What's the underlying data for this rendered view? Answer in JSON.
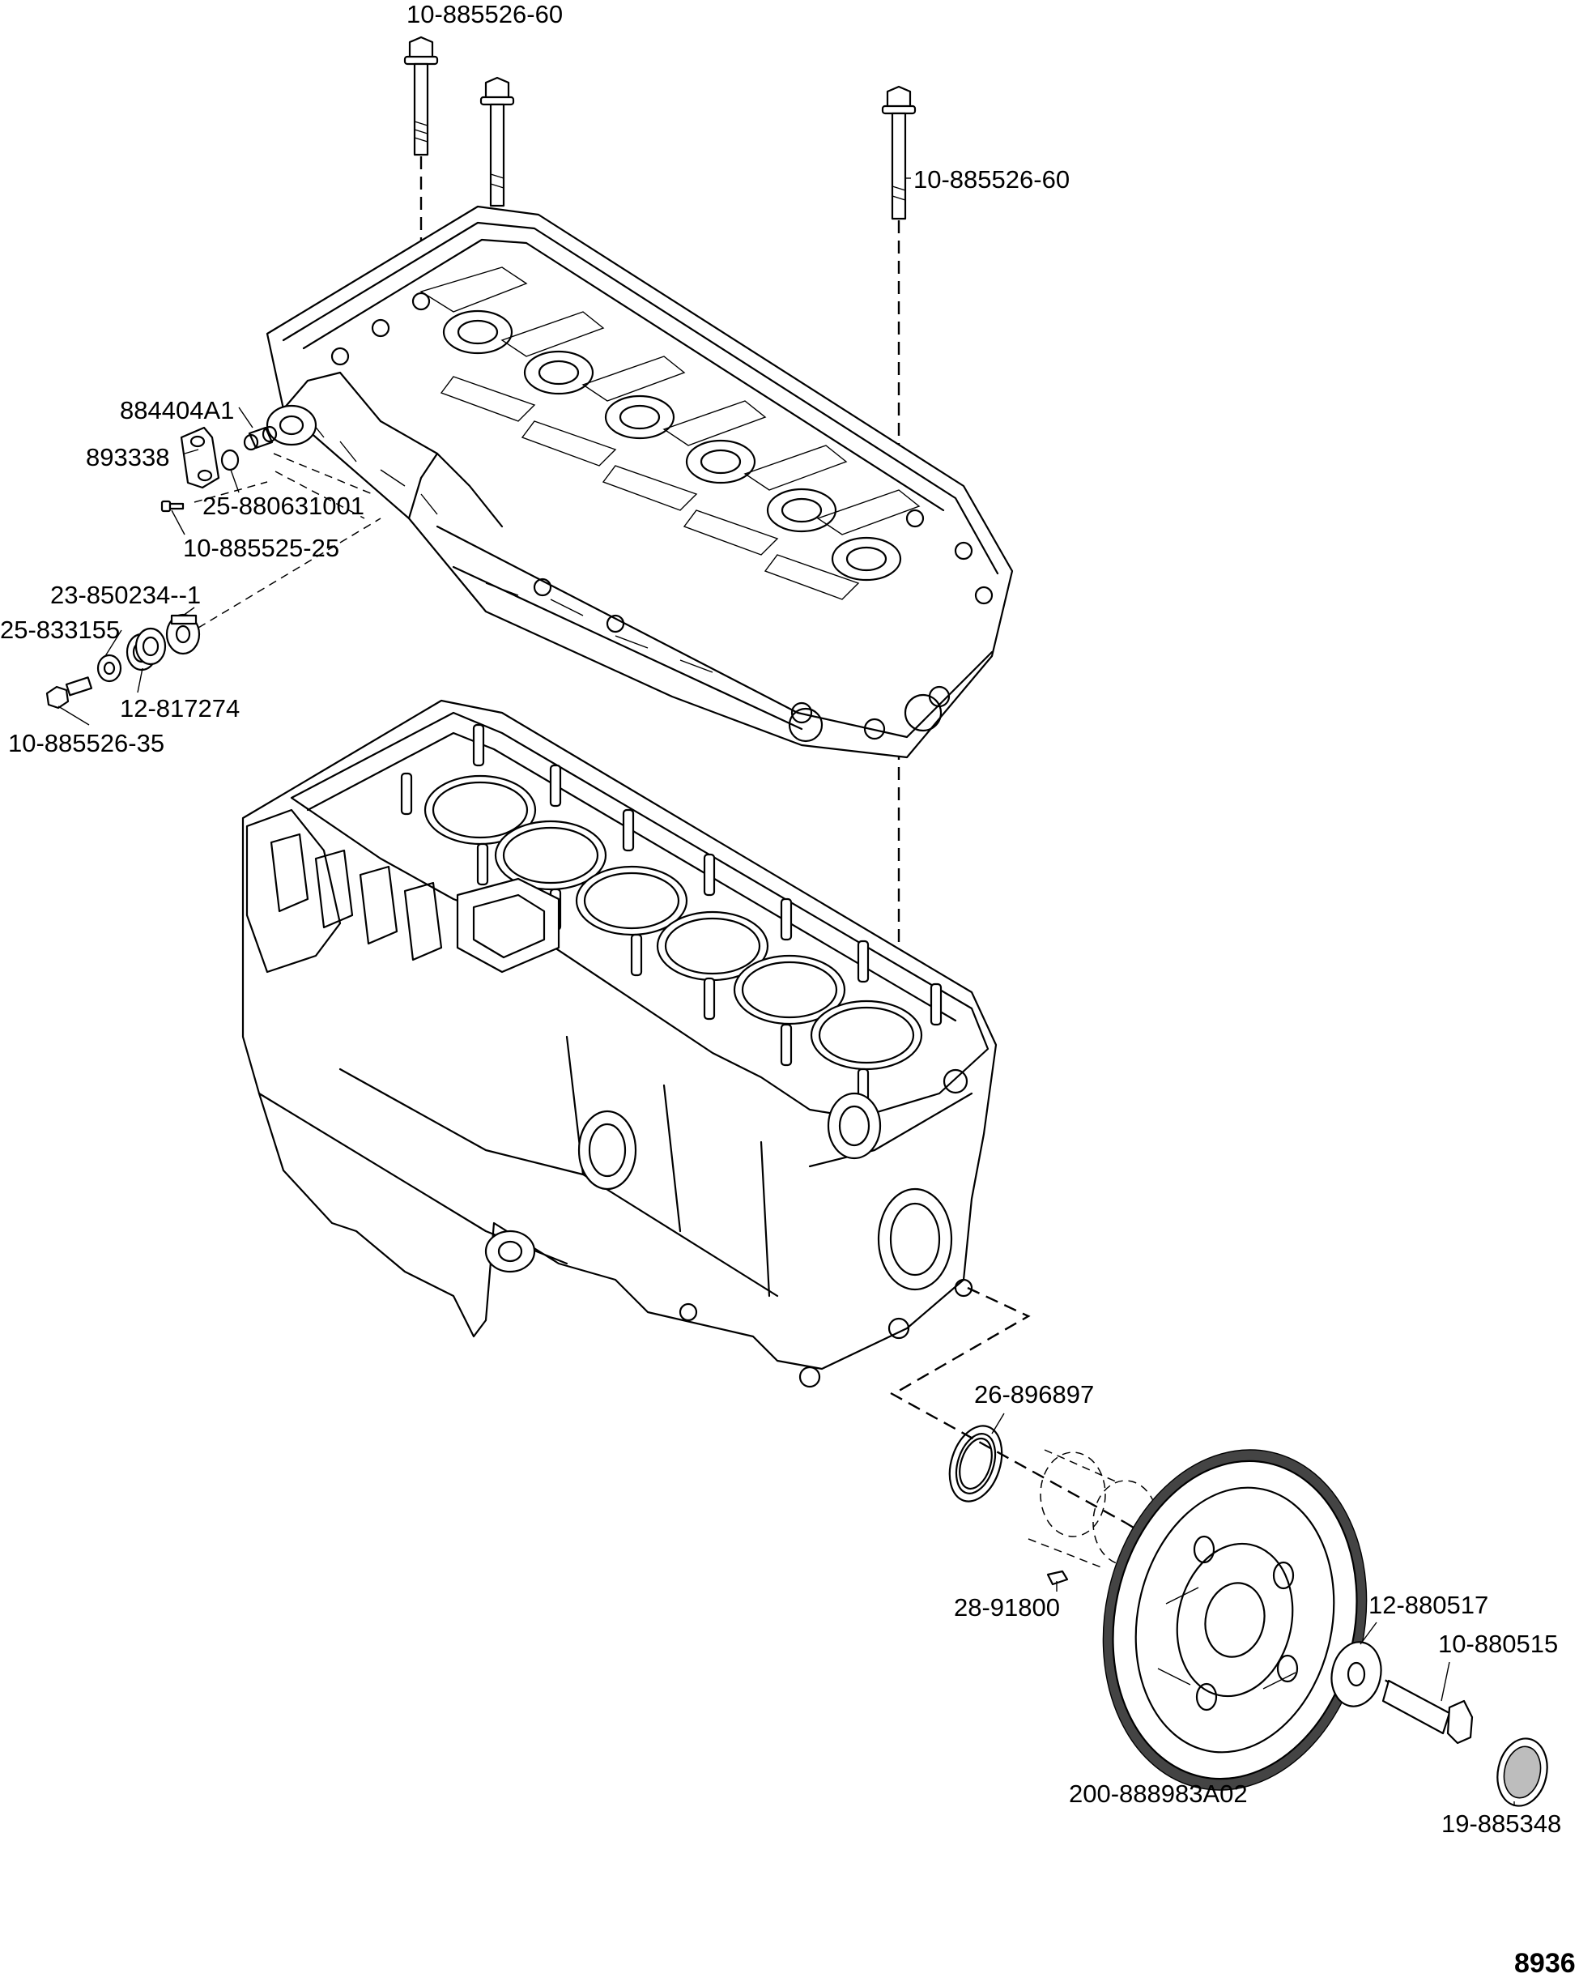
{
  "figure_number": "8936",
  "parts": [
    {
      "id": "bolt_head_top",
      "label": "10-885526-60"
    },
    {
      "id": "bolt_head_right",
      "label": "10-885526-60"
    },
    {
      "id": "bracket",
      "label": "884404A1"
    },
    {
      "id": "cap",
      "label": "893338"
    },
    {
      "id": "oring_small",
      "label": "25-880631001"
    },
    {
      "id": "screw_small",
      "label": "10-885525-25"
    },
    {
      "id": "pulley",
      "label": "23-850234--1"
    },
    {
      "id": "washer_small",
      "label": "25-833155"
    },
    {
      "id": "spacer",
      "label": "12-817274"
    },
    {
      "id": "bolt_pulley",
      "label": "10-885526-35"
    },
    {
      "id": "seal",
      "label": "26-896897"
    },
    {
      "id": "key",
      "label": "28-91800"
    },
    {
      "id": "flywheel",
      "label": "200-888983A02"
    },
    {
      "id": "washer_flywheel",
      "label": "12-880517"
    },
    {
      "id": "bolt_flywheel",
      "label": "10-880515"
    },
    {
      "id": "plug",
      "label": "19-885348"
    }
  ]
}
